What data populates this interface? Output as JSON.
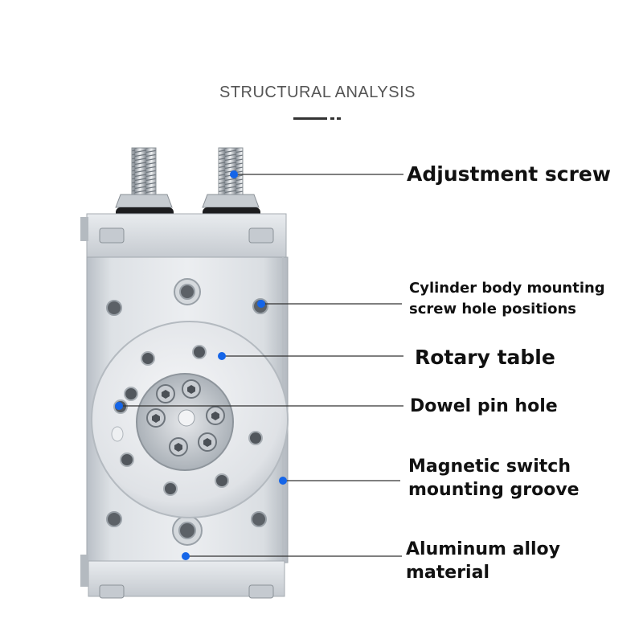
{
  "header": {
    "title": "STRUCTURAL ANALYSIS"
  },
  "callouts": [
    {
      "id": "adjustment-screw",
      "lines": [
        "Adjustment screw"
      ]
    },
    {
      "id": "mounting-holes",
      "lines": [
        "Cylinder body mounting",
        "screw hole positions"
      ]
    },
    {
      "id": "rotary-table",
      "lines": [
        "Rotary table"
      ]
    },
    {
      "id": "dowel-pin-hole",
      "lines": [
        "Dowel pin hole"
      ]
    },
    {
      "id": "magnetic-switch-groove",
      "lines": [
        "Magnetic switch",
        "mounting groove"
      ]
    },
    {
      "id": "aluminum-material",
      "lines": [
        "Aluminum alloy",
        "material"
      ]
    }
  ],
  "colors": {
    "marker_blue": "#1565e8",
    "leader_line": "#333333",
    "body_light": "#e3e6ea",
    "body_mid": "#c9ced4",
    "body_dark": "#9aa1a8",
    "label_text": "#111111"
  }
}
